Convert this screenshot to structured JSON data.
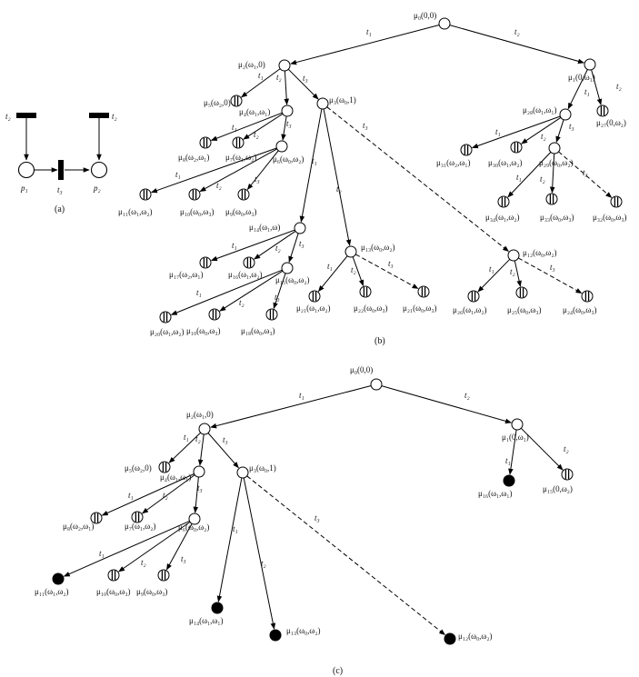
{
  "nodes": {
    "b0": {
      "label": "μ₀(0,0)"
    },
    "b1": {
      "label": "μ₁(0,ω₁)"
    },
    "b2": {
      "label": "μ₂(ω₁,0)"
    },
    "b3": {
      "label": "μ₃(ω₀,1)"
    },
    "b4": {
      "label": "μ₄(ω₁,ω₁)"
    },
    "b5": {
      "label": "μ₅(ω₂,0)"
    },
    "b6": {
      "label": "μ₆(ω₀,ω₂)"
    },
    "b7": {
      "label": "μ₇(ω₁,ω₂)"
    },
    "b8": {
      "label": "μ₈(ω₂,ω₁)"
    },
    "b9": {
      "label": "μ₉(ω₀,ω₃)"
    },
    "b10": {
      "label": "μ₁₀(ω₀,ω₃)"
    },
    "b11": {
      "label": "μ₁₁(ω₁,ω₂)"
    },
    "b12": {
      "label": "μ₁₂(ω₀,ω₂)"
    },
    "b13": {
      "label": "μ₁₃(ω₀,ω₂)"
    },
    "b14": {
      "label": "μ₁₄(ω₁,ω)"
    },
    "b15": {
      "label": "μ₁₅(ω₀,ω₂)"
    },
    "b16": {
      "label": "μ₁₆(ω₁,ω₂)"
    },
    "b17": {
      "label": "μ₁₇(ω₂,ω₁)"
    },
    "b18": {
      "label": "μ₁₈(ω₀,ω₃)"
    },
    "b19": {
      "label": "μ₁₀(ω₀,ω₃)"
    },
    "b20": {
      "label": "μ₂₀(ω₁,ω₂)"
    },
    "b21": {
      "label": "μ₂₁(ω₀,ω₃)"
    },
    "b22": {
      "label": "μ₂₂(ω₀,ω₃)"
    },
    "b23": {
      "label": "μ₂₁(ω₁,ω₂)"
    },
    "b24": {
      "label": "μ₂₄(ω₀,ω₃)"
    },
    "b25": {
      "label": "μ₂₅(ω₀,ω₃)"
    },
    "b26": {
      "label": "μ₂₆(ω₁,ω₂)"
    },
    "b27": {
      "label": "μ₂₇(0,ω₂)"
    },
    "b28": {
      "label": "μ₂₈(ω₁,ω₁)"
    },
    "b29": {
      "label": "μ₂₉(ω₀,ω₂)"
    },
    "b30": {
      "label": "μ₃₀(ω₁,ω₂)"
    },
    "b31": {
      "label": "μ₃₁(ω₂,ω₁)"
    },
    "b32": {
      "label": "μ₃₂(ω₀,ω₃)"
    },
    "b33": {
      "label": "μ₃₃(ω₀,ω₃)"
    },
    "b34": {
      "label": "μ₃₄(ω₁,ω₂)"
    },
    "c0": {
      "label": "μ₀(0,0)"
    },
    "c1": {
      "label": "μ₁(0,ω₁)"
    },
    "c2": {
      "label": "μ₂(ω₁,0)"
    },
    "c3": {
      "label": "μ₃(ω₀,1)"
    },
    "c4": {
      "label": "μ₄(ω₁,ω₁)"
    },
    "c5": {
      "label": "μ₅(ω₂,0)"
    },
    "c6": {
      "label": "μ₆(ω₀,ω₂)"
    },
    "c7": {
      "label": "μ₇(ω₁,ω₂)"
    },
    "c8": {
      "label": "μ₈(ω₂,ω₁)"
    },
    "c9": {
      "label": "μ₉(ω₀,ω₃)"
    },
    "c10": {
      "label": "μ₁₀(ω₀,ω₃)"
    },
    "c11": {
      "label": "μ₁₁(ω₁,ω₂)"
    },
    "c12": {
      "label": "μ₁₂(ω₀,ω₂)"
    },
    "c13": {
      "label": "μ₁₃(ω₀,ω₂)"
    },
    "c14": {
      "label": "μ₁₄(ω₁,ω₁)"
    },
    "c15": {
      "label": "μ₁₅(0,ω₂)"
    },
    "c16": {
      "label": "μ₁₆(ω₁,ω₁)"
    }
  },
  "transitions": {
    "t1": "t₁",
    "t2": "t₂",
    "t3": "t₃"
  },
  "petri_net": {
    "p1": "p₁",
    "p2": "p₂",
    "t1": "t₁",
    "t2": "t₂",
    "t3": "t₃"
  },
  "captions": {
    "a": "(a)",
    "b": "(b)",
    "c": "(c)"
  }
}
